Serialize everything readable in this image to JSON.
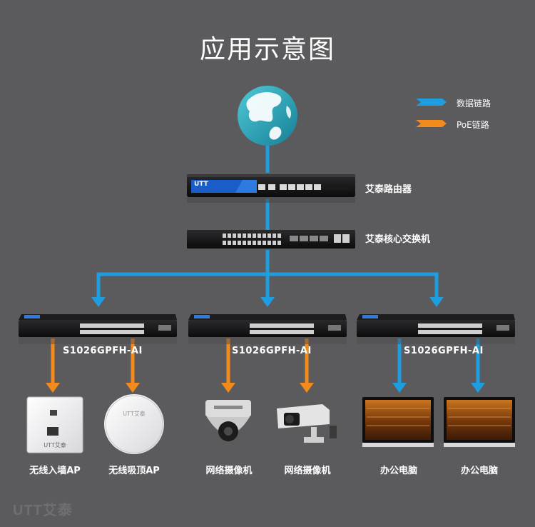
{
  "title": "应用示意图",
  "legend": {
    "data_link": "数据链路",
    "poe_link": "PoE链路"
  },
  "colors": {
    "background": "#5b5b5e",
    "data_link": "#1e9de0",
    "poe_link": "#f28a1c"
  },
  "router": {
    "label": "艾泰路由器",
    "brand": "UTT"
  },
  "core_switch": {
    "label": "艾泰核心交换机"
  },
  "access_switches": [
    {
      "model": "S1026GPFH-AI"
    },
    {
      "model": "S1026GPFH-AI"
    },
    {
      "model": "S1026GPFH-AI"
    }
  ],
  "endpoints": [
    {
      "label": "无线入墙AP",
      "icon": "wall-ap-icon",
      "link": "poe"
    },
    {
      "label": "无线吸顶AP",
      "icon": "ceiling-ap-icon",
      "link": "poe"
    },
    {
      "label": "网络摄像机",
      "icon": "dome-camera-icon",
      "link": "poe"
    },
    {
      "label": "网络摄像机",
      "icon": "bullet-camera-icon",
      "link": "poe"
    },
    {
      "label": "办公电脑",
      "icon": "monitor-icon",
      "link": "data"
    },
    {
      "label": "办公电脑",
      "icon": "monitor-icon",
      "link": "data"
    }
  ],
  "device_marks": {
    "wall_ap": "UTT艾泰",
    "ceiling_ap": "UTT艾泰"
  },
  "watermark": "UTT艾泰"
}
